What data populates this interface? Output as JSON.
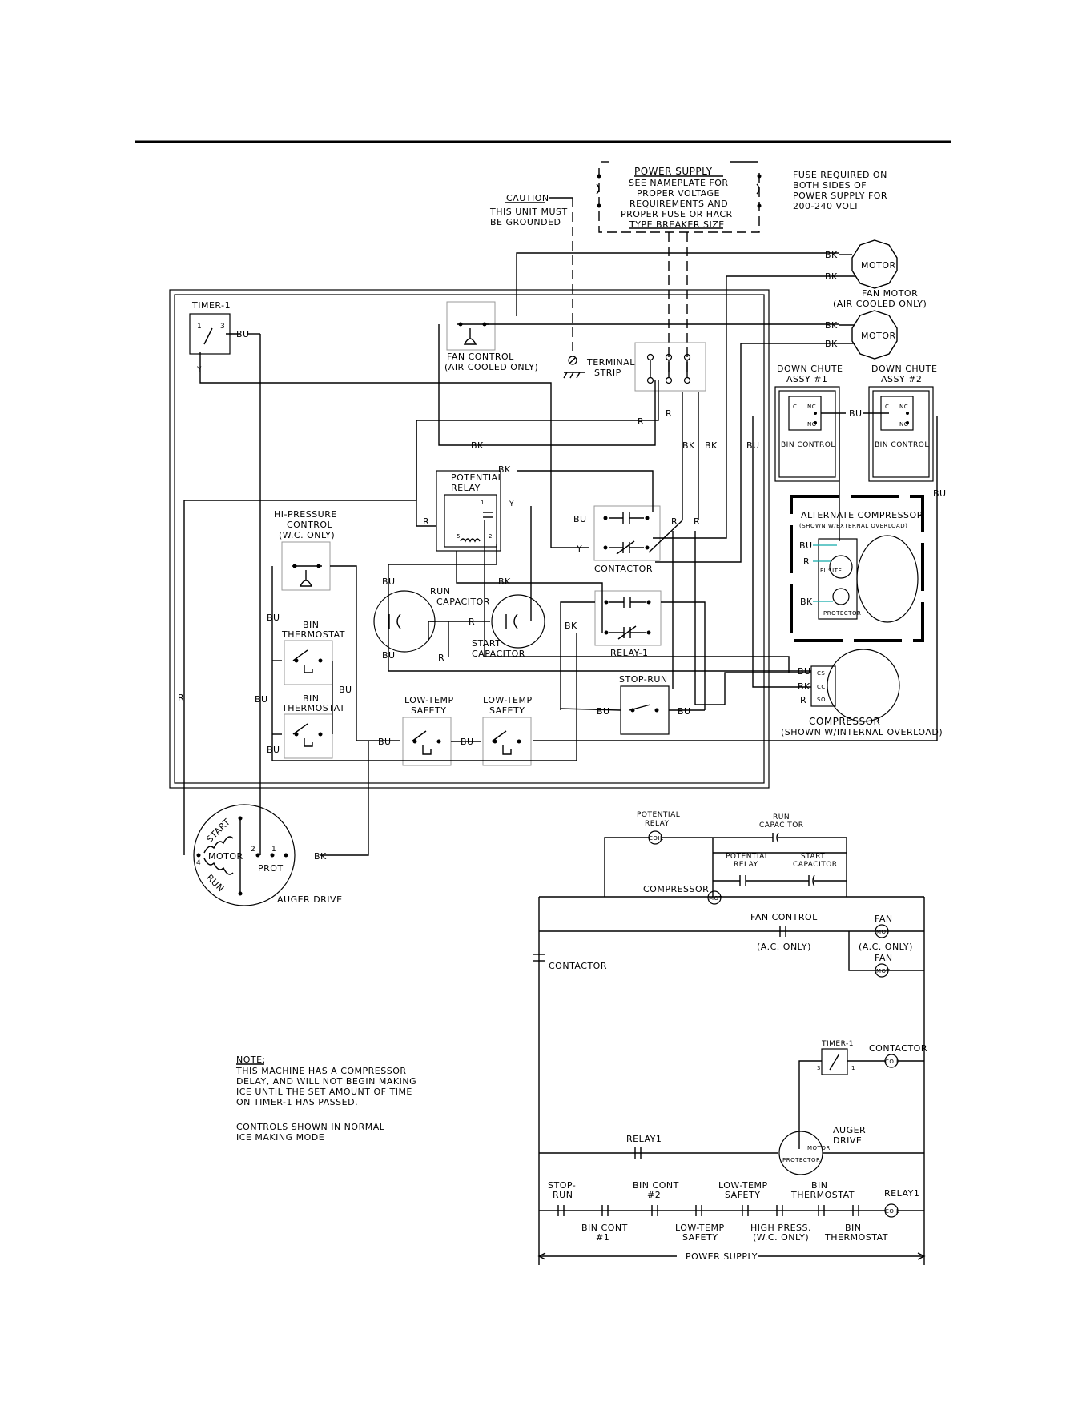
{
  "power_supply": {
    "title": "POWER SUPPLY",
    "lines": [
      "SEE NAMEPLATE FOR",
      "PROPER VOLTAGE",
      "REQUIREMENTS AND",
      "PROPER FUSE OR HACR",
      "TYPE BREAKER SIZE"
    ]
  },
  "fuse_note": [
    "FUSE REQUIRED ON",
    "BOTH SIDES OF",
    "POWER SUPPLY FOR",
    "200-240 VOLT"
  ],
  "caution": {
    "title": "CAUTION",
    "lines": [
      "THIS UNIT MUST",
      "BE GROUNDED"
    ]
  },
  "wire_codes": {
    "black": "BK",
    "red": "R",
    "blue": "BU",
    "yellow": "Y"
  },
  "components": {
    "motor": "MOTOR",
    "fan_motor": [
      "FAN MOTOR",
      "(AIR COOLED ONLY)"
    ],
    "timer": "TIMER-1",
    "fan_control": [
      "FAN CONTROL",
      "(AIR COOLED ONLY)"
    ],
    "terminal_strip": [
      "TERMINAL",
      "STRIP"
    ],
    "down_chute_1": [
      "DOWN CHUTE",
      "ASSY #1"
    ],
    "down_chute_2": [
      "DOWN CHUTE",
      "ASSY #2"
    ],
    "bin_control": "BIN CONTROL",
    "switch_c": "C",
    "switch_nc": "NC",
    "switch_no": "NO",
    "potential_relay": [
      "POTENTIAL",
      "RELAY"
    ],
    "hi_pressure": [
      "HI-PRESSURE",
      "CONTROL",
      "(W.C. ONLY)"
    ],
    "alt_compressor": [
      "ALTERNATE COMPRESSOR",
      "(SHOWN W/EXTERNAL OVERLOAD)"
    ],
    "fusite": "FUSITE",
    "protector": "PROTECTOR",
    "contactor": "CONTACTOR",
    "run_capacitor": [
      "RUN",
      "CAPACITOR"
    ],
    "start_capacitor": [
      "START",
      "CAPACITOR"
    ],
    "bin_thermostat": [
      "BIN",
      "THERMOSTAT"
    ],
    "relay_1": "RELAY-1",
    "stop_run": "STOP-RUN",
    "compressor": [
      "COMPRESSOR",
      "(SHOWN W/INTERNAL OVERLOAD)"
    ],
    "low_temp_safety": [
      "LOW-TEMP",
      "SAFETY"
    ],
    "auger_motor": {
      "start": "START",
      "run": "RUN",
      "motor": "MOTOR",
      "prot": "PROT",
      "label": "AUGER DRIVE"
    }
  },
  "note": {
    "title": "NOTE:",
    "lines": [
      "THIS MACHINE HAS A COMPRESSOR",
      "DELAY, AND WILL NOT BEGIN MAKING",
      "ICE UNTIL THE SET AMOUNT OF TIME",
      "ON TIMER-1 HAS PASSED.",
      "",
      "CONTROLS SHOWN IN NORMAL",
      "ICE MAKING MODE"
    ]
  },
  "ladder": {
    "potential_relay": [
      "POTENTIAL",
      "RELAY"
    ],
    "run_capacitor": [
      "RUN",
      "CAPACITOR"
    ],
    "start_capacitor": [
      "START",
      "CAPACITOR"
    ],
    "compressor": "COMPRESSOR",
    "fan_control": "FAN CONTROL",
    "ac_only": "(A.C. ONLY)",
    "fan": "FAN",
    "contactor": "CONTACTOR",
    "timer": "TIMER-1",
    "relay1": "RELAY1",
    "auger_drive": [
      "AUGER",
      "DRIVE"
    ],
    "stop_run": [
      "STOP-",
      "RUN"
    ],
    "bin_cont_2": [
      "BIN CONT",
      "#2"
    ],
    "low_temp_safety": [
      "LOW-TEMP",
      "SAFETY"
    ],
    "bin_thermostat": [
      "BIN",
      "THERMOSTAT"
    ],
    "bin_cont_1": [
      "BIN CONT",
      "#1"
    ],
    "high_press": [
      "HIGH PRESS.",
      "(W.C. ONLY)"
    ],
    "power_supply": "POWER SUPPLY",
    "coil": "COIL",
    "mot": "MOT",
    "protector": "PROTECTOR",
    "motor": "MOTOR"
  }
}
